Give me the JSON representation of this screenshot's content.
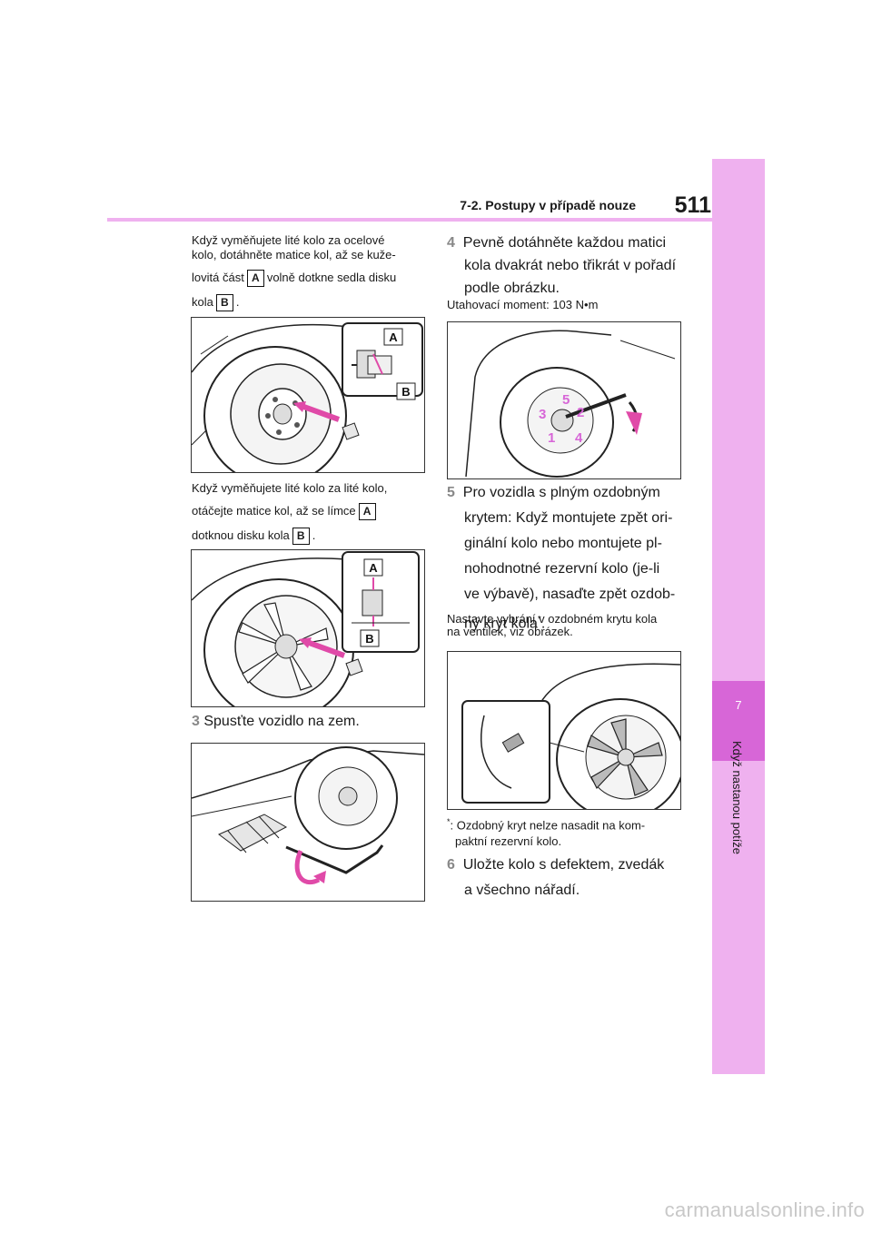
{
  "header": {
    "section": "7-2. Postupy v případě nouze",
    "page": "511"
  },
  "sidebar": {
    "chapter_num": "7",
    "chapter_title": "Když nastanou potíže"
  },
  "labels": {
    "a": "A",
    "b": "B"
  },
  "left": {
    "p1_l1": "Když vyměňujete lité kolo za ocelové",
    "p1_l2": "kolo, dotáhněte matice kol, až se kuže-",
    "p1_l3a": "lovitá část",
    "p1_l3b": "volně dotkne sedla disku",
    "p1_l4a": "kola",
    "p1_l4b": ".",
    "p2_l1": "Když vyměňujete lité kolo za lité kolo,",
    "p2_l2a": "otáčejte matice kol, až se límce",
    "p2_l3a": "dotknou disku kola",
    "p2_l3b": ".",
    "step3_num": "3",
    "step3_text": "Spusťte vozidlo na zem."
  },
  "right": {
    "step4_num": "4",
    "step4_l1": "Pevně dotáhněte každou matici",
    "step4_l2": "kola dvakrát nebo třikrát v pořadí",
    "step4_l3": "podle obrázku.",
    "torque": "Utahovací moment: 103 N•m",
    "seq": [
      "1",
      "2",
      "3",
      "4",
      "5"
    ],
    "step5_num": "5",
    "step5_l1": "Pro vozidla s plným ozdobným",
    "step5_l2": "krytem: Když montujete zpět ori-",
    "step5_l3": "ginální kolo nebo montujete pl-",
    "step5_l4": "nohodnotné rezervní kolo (je-li",
    "step5_l5": "ve výbavě), nasaďte zpět ozdob-",
    "step5_l6": "ný kryt kola",
    "step5_sup": "*",
    "step5_end": ".",
    "note_l1": "Nastavte vybrání v ozdobném krytu kola",
    "note_l2": "na ventilek, viz obrázek.",
    "foot_mark": "*",
    "foot_l1": ": Ozdobný kryt nelze nasadit na kom-",
    "foot_l2": "paktní rezervní kolo.",
    "step6_num": "6",
    "step6_l1": "Uložte kolo s defektem, zvedák",
    "step6_l2": "a všechno nářadí."
  },
  "colors": {
    "accent": "#d766d7",
    "accent_light": "#efb1ef",
    "arrow": "#e04aa8"
  },
  "watermark": "carmanualsonline.info"
}
